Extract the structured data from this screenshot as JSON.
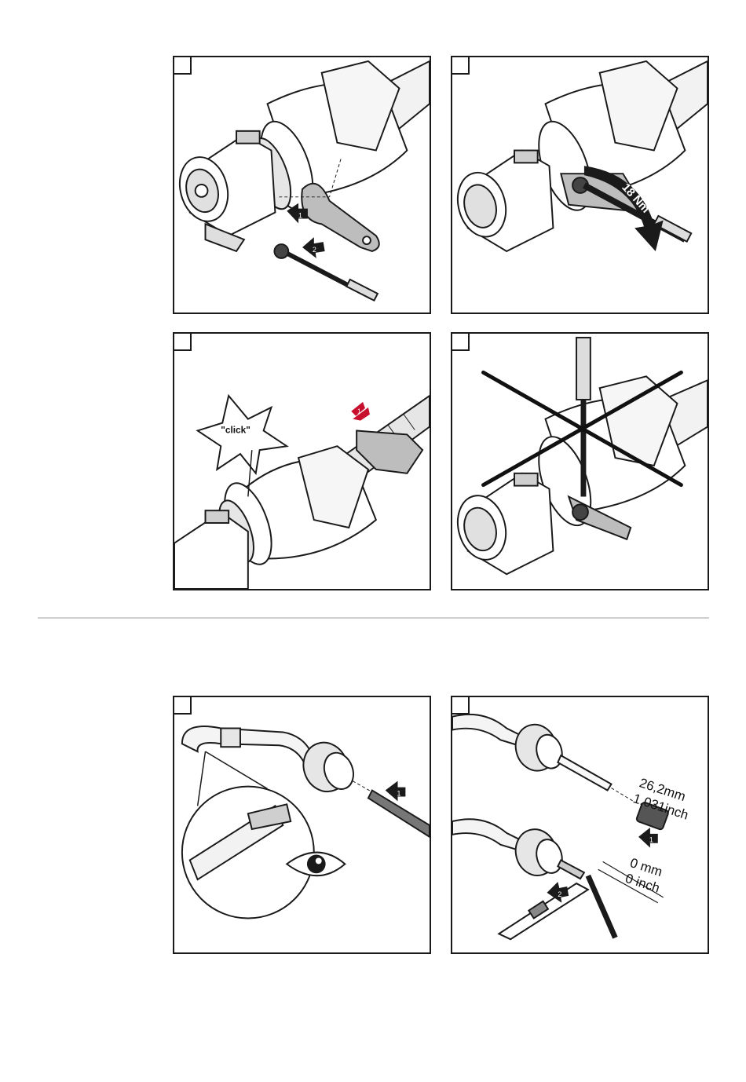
{
  "colors": {
    "stroke": "#1a1a1a",
    "accent_red": "#c8102e",
    "shade": "#bdbdbd",
    "light": "#e6e6e6"
  },
  "icons": [
    "step-number-box",
    "arrow-1-icon",
    "arrow-2-icon",
    "eye-icon",
    "cross-mark-icon"
  ],
  "panels": {
    "p1": {
      "arrow1": "1",
      "arrow2": "2"
    },
    "p2": {
      "torque": "18 Nm"
    },
    "p3": {
      "sound": "\"click\"",
      "arrow1": "1"
    },
    "p4": {},
    "p5": {
      "arrow1": "1"
    },
    "p6": {
      "length_mm": "26,2mm",
      "length_inch": "1.031inch",
      "gap_mm": "0 mm",
      "gap_inch": "0 inch",
      "arrow1": "1",
      "arrow2": "2"
    }
  }
}
